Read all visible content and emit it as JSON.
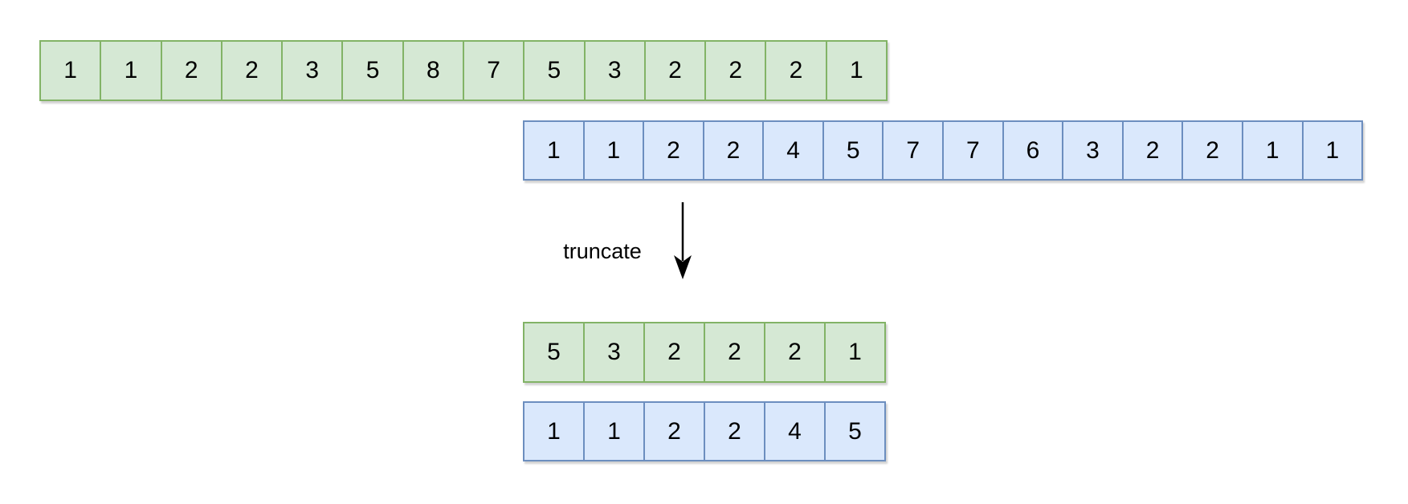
{
  "diagram": {
    "colors": {
      "green_fill": "#d5e8d4",
      "green_stroke": "#82b366",
      "blue_fill": "#dae8fc",
      "blue_stroke": "#6c8ebf",
      "arrow": "#000000"
    },
    "arrow_label": "truncate",
    "arrays": {
      "green_full": {
        "values": [
          "1",
          "1",
          "2",
          "2",
          "3",
          "5",
          "8",
          "7",
          "5",
          "3",
          "2",
          "2",
          "2",
          "1"
        ]
      },
      "blue_full": {
        "values": [
          "1",
          "1",
          "2",
          "2",
          "4",
          "5",
          "7",
          "7",
          "6",
          "3",
          "2",
          "2",
          "1",
          "1"
        ]
      },
      "green_truncated": {
        "values": [
          "5",
          "3",
          "2",
          "2",
          "2",
          "1"
        ]
      },
      "blue_truncated": {
        "values": [
          "1",
          "1",
          "2",
          "2",
          "4",
          "5"
        ]
      }
    }
  }
}
